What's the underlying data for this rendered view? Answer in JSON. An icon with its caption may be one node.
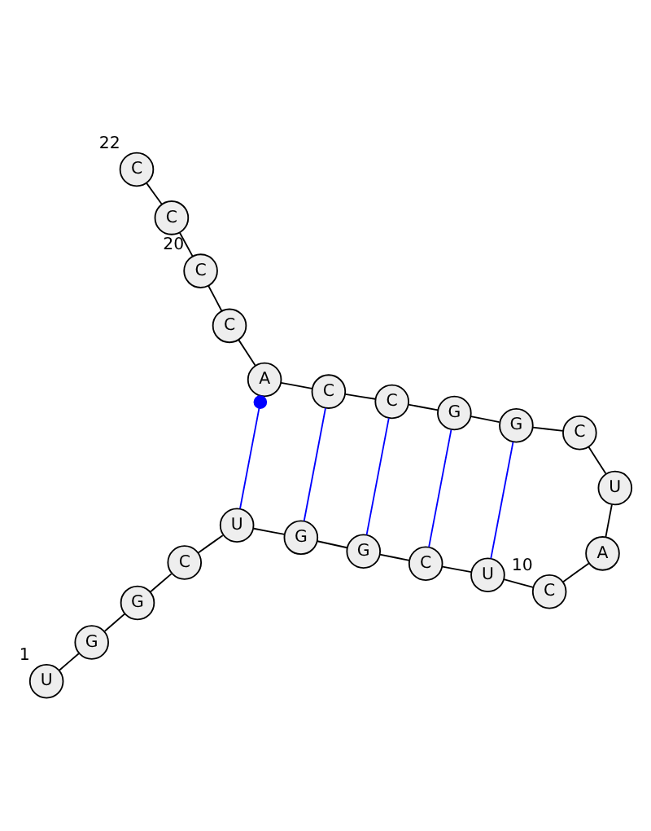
{
  "diagram": {
    "nodes": [
      {
        "text": [
          "U"
        ],
        "beside": [
          "1"
        ]
      },
      {
        "text": [
          "G"
        ]
      },
      {
        "text": [
          "G"
        ]
      },
      {
        "text": [
          "C"
        ]
      },
      {
        "text": [
          "U"
        ]
      },
      {
        "text": [
          "G"
        ]
      },
      {
        "text": [
          "G"
        ]
      },
      {
        "text": [
          "C"
        ]
      },
      {
        "text": [
          "U"
        ]
      },
      {
        "text": [
          "C"
        ],
        "beside": [
          "10"
        ]
      },
      {
        "text": [
          "A"
        ]
      },
      {
        "text": [
          "U"
        ]
      },
      {
        "text": [
          "C"
        ]
      },
      {
        "text": [
          "G"
        ]
      },
      {
        "text": [
          "G"
        ]
      },
      {
        "text": [
          "C"
        ]
      },
      {
        "text": [
          "C"
        ]
      },
      {
        "text": [
          "A"
        ]
      },
      {
        "text": [
          "C"
        ]
      },
      {
        "text": [
          "C"
        ],
        "beside": [
          "20"
        ]
      },
      {
        "text": [
          "C"
        ]
      },
      {
        "text": [
          "C"
        ],
        "beside": [
          "22"
        ]
      }
    ],
    "edges": [
      {
        "from": 0,
        "to": 1,
        "arrow": "none"
      },
      {
        "from": 1,
        "to": 2,
        "arrow": "none"
      },
      {
        "from": 2,
        "to": 3,
        "arrow": "none"
      },
      {
        "from": 3,
        "to": 4,
        "arrow": "none"
      },
      {
        "from": 4,
        "to": 5,
        "arrow": "none"
      },
      {
        "from": 5,
        "to": 6,
        "arrow": "none"
      },
      {
        "from": 6,
        "to": 7,
        "arrow": "none"
      },
      {
        "from": 7,
        "to": 8,
        "arrow": "none"
      },
      {
        "from": 8,
        "to": 9,
        "arrow": "none"
      },
      {
        "from": 9,
        "to": 10,
        "arrow": "none"
      },
      {
        "from": 10,
        "to": 11,
        "arrow": "none"
      },
      {
        "from": 11,
        "to": 12,
        "arrow": "none"
      },
      {
        "from": 12,
        "to": 13,
        "arrow": "none"
      },
      {
        "from": 13,
        "to": 14,
        "arrow": "none"
      },
      {
        "from": 14,
        "to": 15,
        "arrow": "none"
      },
      {
        "from": 15,
        "to": 16,
        "arrow": "none"
      },
      {
        "from": 16,
        "to": 17,
        "arrow": "none"
      },
      {
        "from": 17,
        "to": 18,
        "arrow": "none"
      },
      {
        "from": 18,
        "to": 19,
        "arrow": "none"
      },
      {
        "from": 19,
        "to": 20,
        "arrow": "none"
      },
      {
        "from": 20,
        "to": 21,
        "arrow": "none"
      },
      {
        "from": 8,
        "to": 13,
        "arrow": "none",
        "color": "#0000ff"
      },
      {
        "from": 7,
        "to": 14,
        "arrow": "none",
        "color": "#0000ff"
      },
      {
        "from": 6,
        "to": 15,
        "arrow": "none",
        "color": "#0000ff"
      },
      {
        "from": 5,
        "to": 16,
        "arrow": "none",
        "color": "#0000ff"
      },
      {
        "from": 4,
        "to": 17,
        "arrow": "other",
        "color": "#0000ff"
      }
    ]
  }
}
